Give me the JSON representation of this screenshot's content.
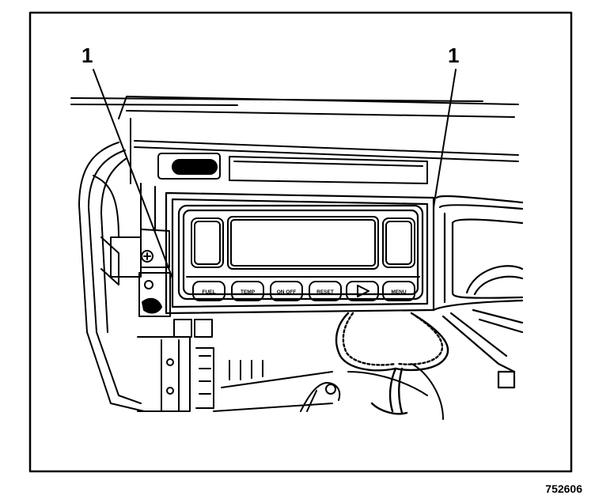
{
  "callouts": [
    {
      "label": "1"
    },
    {
      "label": "1"
    }
  ],
  "display_buttons": [
    "FUEL",
    "TEMP",
    "ON OFF",
    "RESET",
    "MENU"
  ],
  "figure_id": "752606",
  "colors": {
    "ink": "#000000",
    "paper": "#ffffff"
  }
}
